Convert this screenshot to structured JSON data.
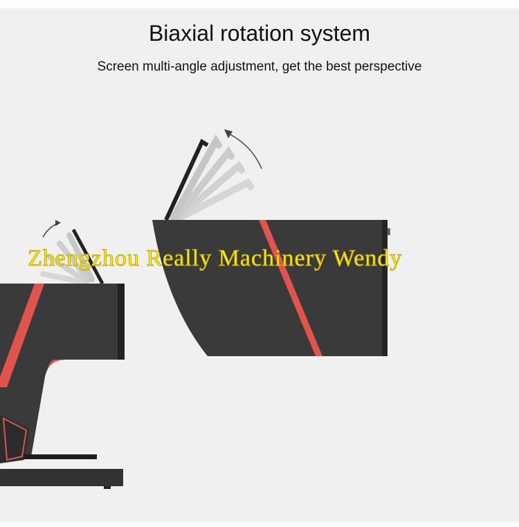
{
  "header": {
    "title": "Biaxial rotation system",
    "subtitle": "Screen multi-angle adjustment, get the best perspective"
  },
  "watermark": {
    "text": "Zhengzhou Really Machinery Wendy"
  },
  "colors": {
    "background": "#f0f0f0",
    "device": "#3a3a3a",
    "accent": "#e0544c",
    "watermark": "#f2ef2b"
  }
}
